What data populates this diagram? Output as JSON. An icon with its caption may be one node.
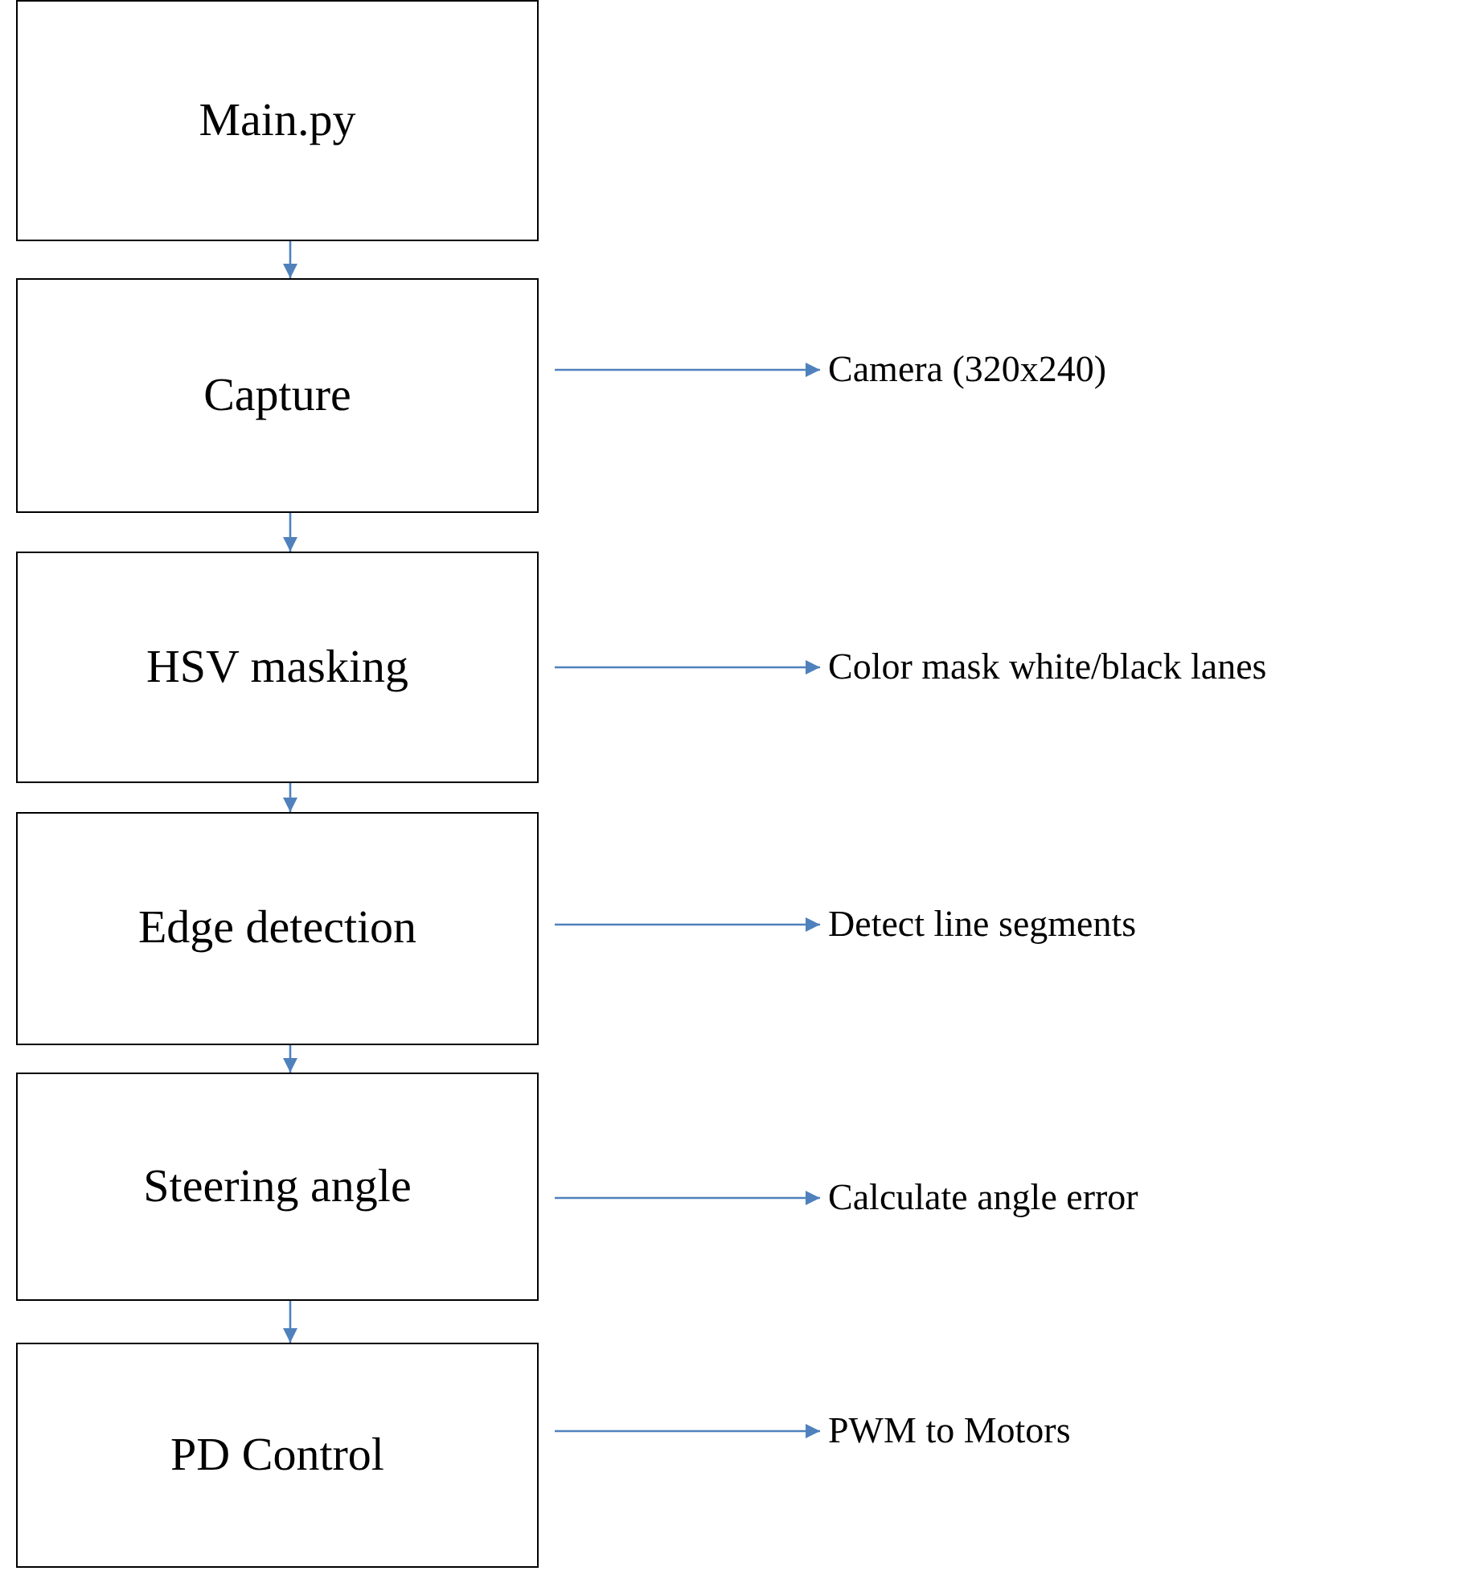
{
  "diagram": {
    "nodes": [
      {
        "text": [
          "Main.py"
        ]
      },
      {
        "text": [
          "Capture"
        ]
      },
      {
        "text": [
          "HSV masking"
        ]
      },
      {
        "text": [
          "Edge detection"
        ]
      },
      {
        "text": [
          "Steering angle"
        ]
      },
      {
        "text": [
          "PD Control"
        ]
      },
      {
        "text": [
          "Camera (320x240)"
        ]
      },
      {
        "text": [
          "Color mask white/black lanes"
        ]
      },
      {
        "text": [
          "Detect line segments"
        ]
      },
      {
        "text": [
          "Calculate angle error"
        ]
      },
      {
        "text": [
          "PWM to Motors"
        ]
      }
    ],
    "edges": [
      {
        "from": 0,
        "to": 1,
        "arrow": "to"
      },
      {
        "from": 1,
        "to": 2,
        "arrow": "to"
      },
      {
        "from": 2,
        "to": 3,
        "arrow": "to"
      },
      {
        "from": 3,
        "to": 4,
        "arrow": "to"
      },
      {
        "from": 4,
        "to": 5,
        "arrow": "to"
      },
      {
        "from": 1,
        "to": 6,
        "arrow": "to"
      },
      {
        "from": 2,
        "to": 7,
        "arrow": "to"
      },
      {
        "from": 3,
        "to": 8,
        "arrow": "to"
      },
      {
        "from": 4,
        "to": 9,
        "arrow": "to"
      },
      {
        "from": 5,
        "to": 10,
        "arrow": "to"
      }
    ]
  }
}
